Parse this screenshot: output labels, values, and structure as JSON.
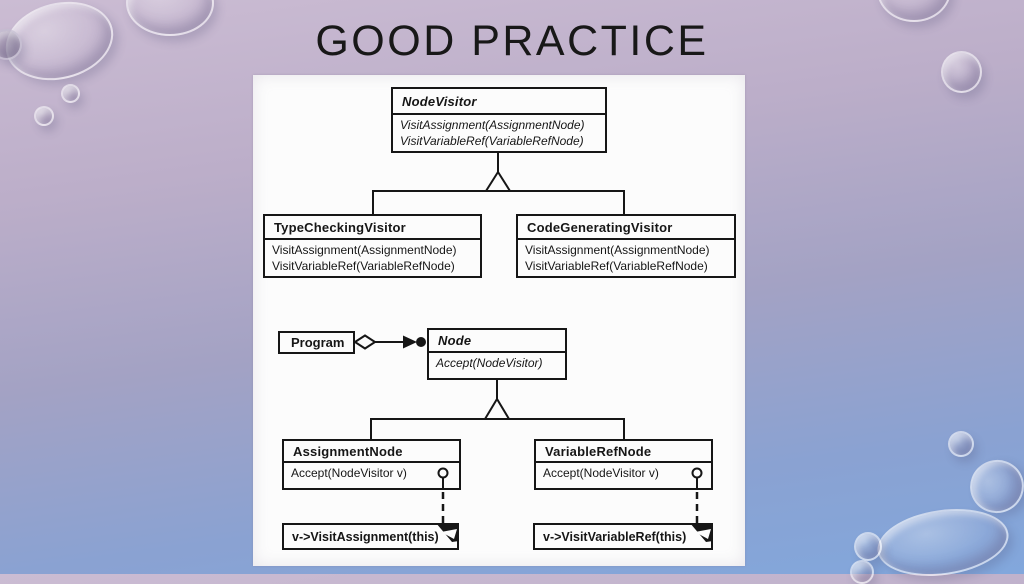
{
  "slide": {
    "title": "GOOD PRACTICE"
  },
  "colors": {
    "background_top": "#cbbcd3",
    "background_bottom": "#82a7dc",
    "panel": "#fcfcfc",
    "ink": "#161616"
  },
  "diagram": {
    "node_visitor": {
      "name": "NodeVisitor",
      "methods": [
        "VisitAssignment(AssignmentNode)",
        "VisitVariableRef(VariableRefNode)"
      ]
    },
    "type_checking_visitor": {
      "name": "TypeCheckingVisitor",
      "methods": [
        "VisitAssignment(AssignmentNode)",
        "VisitVariableRef(VariableRefNode)"
      ]
    },
    "code_generating_visitor": {
      "name": "CodeGeneratingVisitor",
      "methods": [
        "VisitAssignment(AssignmentNode)",
        "VisitVariableRef(VariableRefNode)"
      ]
    },
    "program": {
      "name": "Program"
    },
    "node": {
      "name": "Node",
      "methods": [
        "Accept(NodeVisitor)"
      ]
    },
    "assignment_node": {
      "name": "AssignmentNode",
      "methods": [
        "Accept(NodeVisitor v)"
      ]
    },
    "variable_ref_node": {
      "name": "VariableRefNode",
      "methods": [
        "Accept(NodeVisitor v)"
      ]
    },
    "note_assignment": {
      "text": "v->VisitAssignment(this)"
    },
    "note_variable_ref": {
      "text": "v->VisitVariableRef(this)"
    },
    "relationships": [
      {
        "type": "inheritance",
        "parent": "NodeVisitor",
        "children": [
          "TypeCheckingVisitor",
          "CodeGeneratingVisitor"
        ]
      },
      {
        "type": "aggregation-arrow",
        "from": "Program",
        "to": "Node"
      },
      {
        "type": "inheritance",
        "parent": "Node",
        "children": [
          "AssignmentNode",
          "VariableRefNode"
        ]
      },
      {
        "type": "note-anchor",
        "from": "AssignmentNode.Accept(NodeVisitor v)",
        "to": "v->VisitAssignment(this)"
      },
      {
        "type": "note-anchor",
        "from": "VariableRefNode.Accept(NodeVisitor v)",
        "to": "v->VisitVariableRef(this)"
      }
    ]
  }
}
